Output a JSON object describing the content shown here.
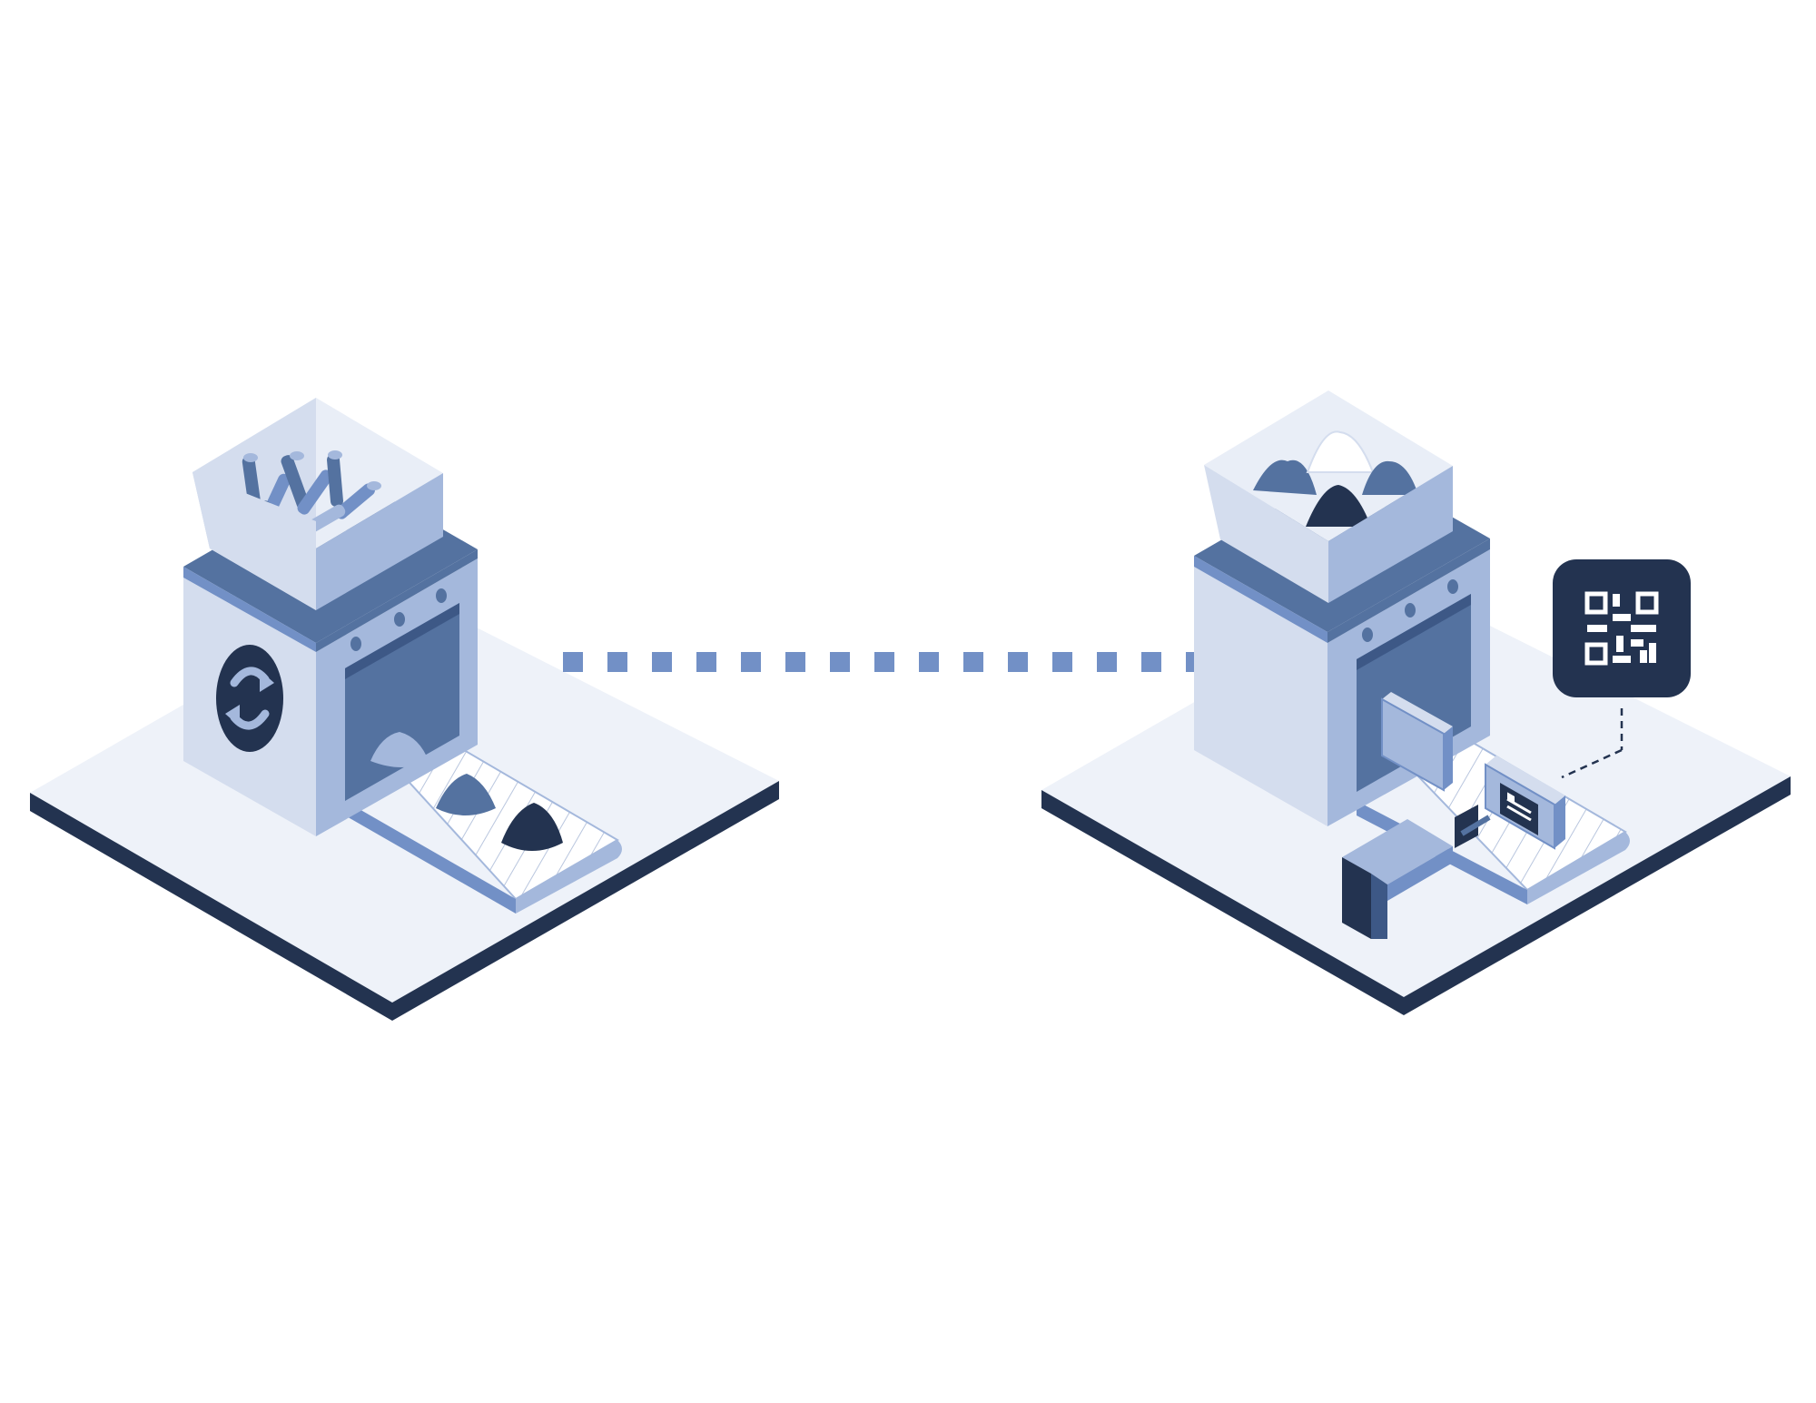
{
  "colors": {
    "background": "#ffffff",
    "platform_top": "#eef2f9",
    "platform_edge": "#233350",
    "machine_light": "#d4ddee",
    "machine_mid": "#a4b8dc",
    "machine_dark": "#5472a0",
    "accent": "#7290c6",
    "navy": "#233350",
    "white": "#ffffff"
  },
  "stations": [
    {
      "id": "recycling-station",
      "machine_icon": "recycle-arrows-icon",
      "hopper_contents": "scrap-pipes",
      "conveyor_items": [
        "light-granules-pile",
        "mid-granules-pile",
        "dark-granules-pile"
      ]
    },
    {
      "id": "production-station",
      "machine_icon": "none",
      "hopper_contents": "mixed-granules",
      "conveyor_items": [
        "finished-block",
        "qr-labeled-block"
      ],
      "extra": [
        "qr-stamping-arm",
        "qr-code-callout"
      ]
    }
  ],
  "connector": {
    "style": "dashed",
    "icon": "dotted-connector-line"
  },
  "callout": {
    "icon": "qr-code-icon"
  }
}
